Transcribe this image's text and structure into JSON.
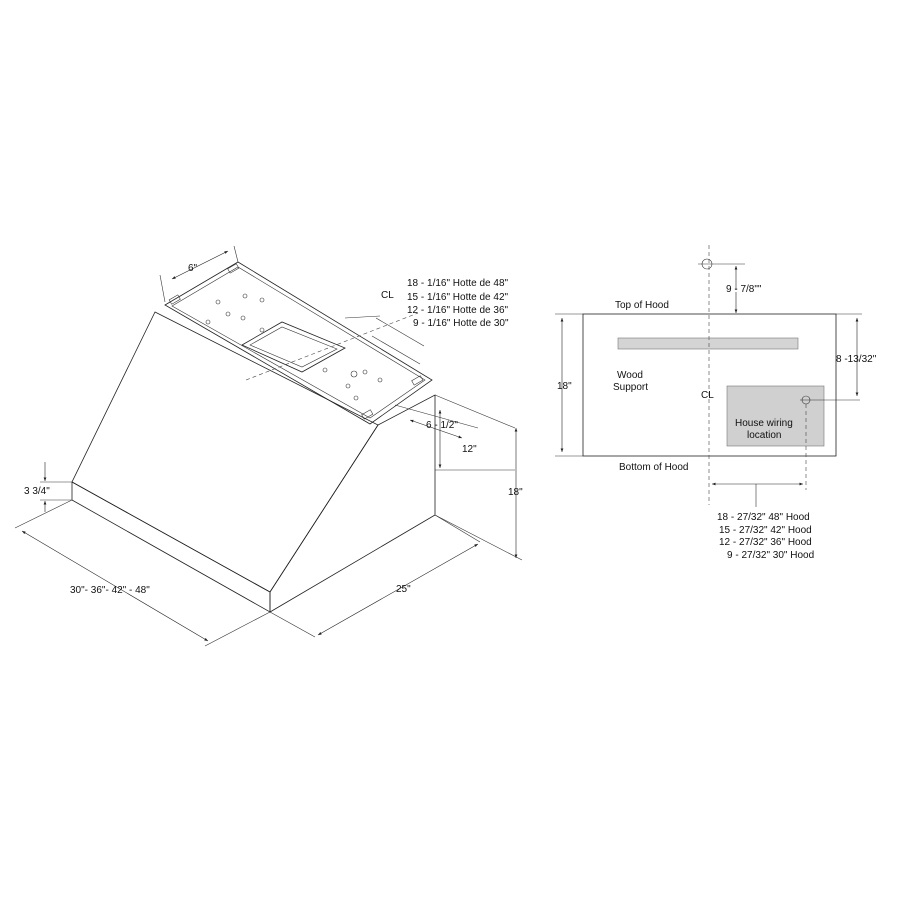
{
  "iso": {
    "top_width": "6\"",
    "cl": "CL",
    "cl_offsets": [
      "18 - 1/16\" Hotte de 48\"",
      "15 - 1/16\" Hotte de 42\"",
      "12 - 1/16\" Hotte de 36\"",
      "9 - 1/16\" Hotte de 30\""
    ],
    "back_offset": "6 - 1/2\"",
    "top_depth": "12\"",
    "height": "18\"",
    "front_lip": "3 3/4\"",
    "widths": "30\"- 36\"- 42\" - 48\"",
    "depth": "25\""
  },
  "plan": {
    "top_to_cl": "9 - 7/8\"\"",
    "top_label": "Top of Hood",
    "bottom_label": "Bottom of Hood",
    "height": "18\"",
    "right_dim": "8 -13/32\"",
    "wood_support_line1": "Wood",
    "wood_support_line2": "Support",
    "cl": "CL",
    "wiring_line1": "House wiring",
    "wiring_line2": "location",
    "wiring_offsets": [
      "18 - 27/32\"  48\" Hood",
      "15 - 27/32\"  42\" Hood",
      "12 - 27/32\"  36\" Hood",
      "9 - 27/32\"  30\" Hood"
    ]
  },
  "colors": {
    "line": "#222222",
    "wood_support": "#d4d4d4",
    "wiring_box": "#d0d0d0"
  }
}
